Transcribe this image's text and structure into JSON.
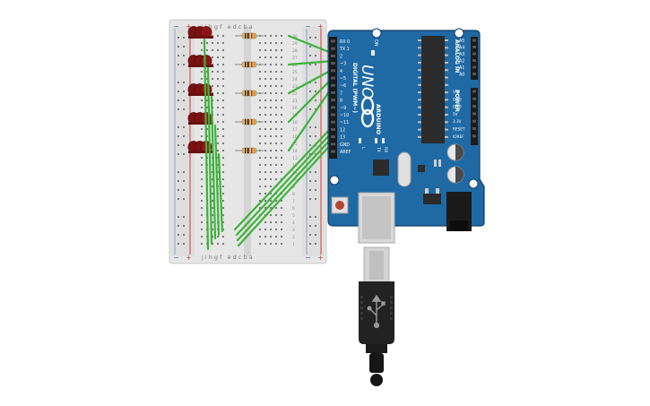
{
  "colors": {
    "board": "#1f6aa5",
    "board_dark": "#164f7d",
    "board_edge": "#0f3f66",
    "breadboard": "#e6e6e6",
    "breadboard_edge": "#c9c9c9",
    "rail_red": "#d23b3b",
    "rail_blue": "#3c63b8",
    "led": "#8c1616",
    "led_dark": "#5e0c0c",
    "wire": "#3db33a",
    "resistor": "#d8b37a",
    "chip": "#2b2b2b",
    "usb_plug": "#222222",
    "usb_metal": "#c9c9c9"
  },
  "breadboard": {
    "top_letters": "j i h g f   e d c b a",
    "bottom_letters": "j i h g f   e d c b a",
    "row_numbers": [
      "30",
      "29",
      "28",
      "27",
      "26",
      "25",
      "24",
      "23",
      "22",
      "21",
      "20",
      "19",
      "18",
      "17",
      "16",
      "15",
      "14",
      "13",
      "12",
      "11",
      "10",
      "9",
      "8",
      "7",
      "6",
      "5",
      "4",
      "3",
      "2",
      "1"
    ],
    "rail_minus": "−",
    "rail_plus": "+"
  },
  "arduino": {
    "model": "UNO",
    "brand": "ARDUINO",
    "digital_label": "DIGITAL (PWM~)",
    "analog_label": "ANALOG IN",
    "power_label": "POWER",
    "on_label": "ON",
    "tx_label": "TX",
    "rx_label": "RX",
    "l_label": "L",
    "digital_pins": [
      "RX 0",
      "TX 1",
      "2",
      "~3",
      "4",
      "~5",
      "~6",
      "7",
      "8",
      "~9",
      "~10",
      "~11",
      "12",
      "13",
      "GND",
      "AREF"
    ],
    "analog_pins": [
      "A5",
      "A4",
      "A3",
      "A2",
      "A1",
      "A0"
    ],
    "power_pins": [
      "VIN",
      "GND",
      "GND",
      "5V",
      "3.3V",
      "RESET",
      "IOREF"
    ]
  }
}
